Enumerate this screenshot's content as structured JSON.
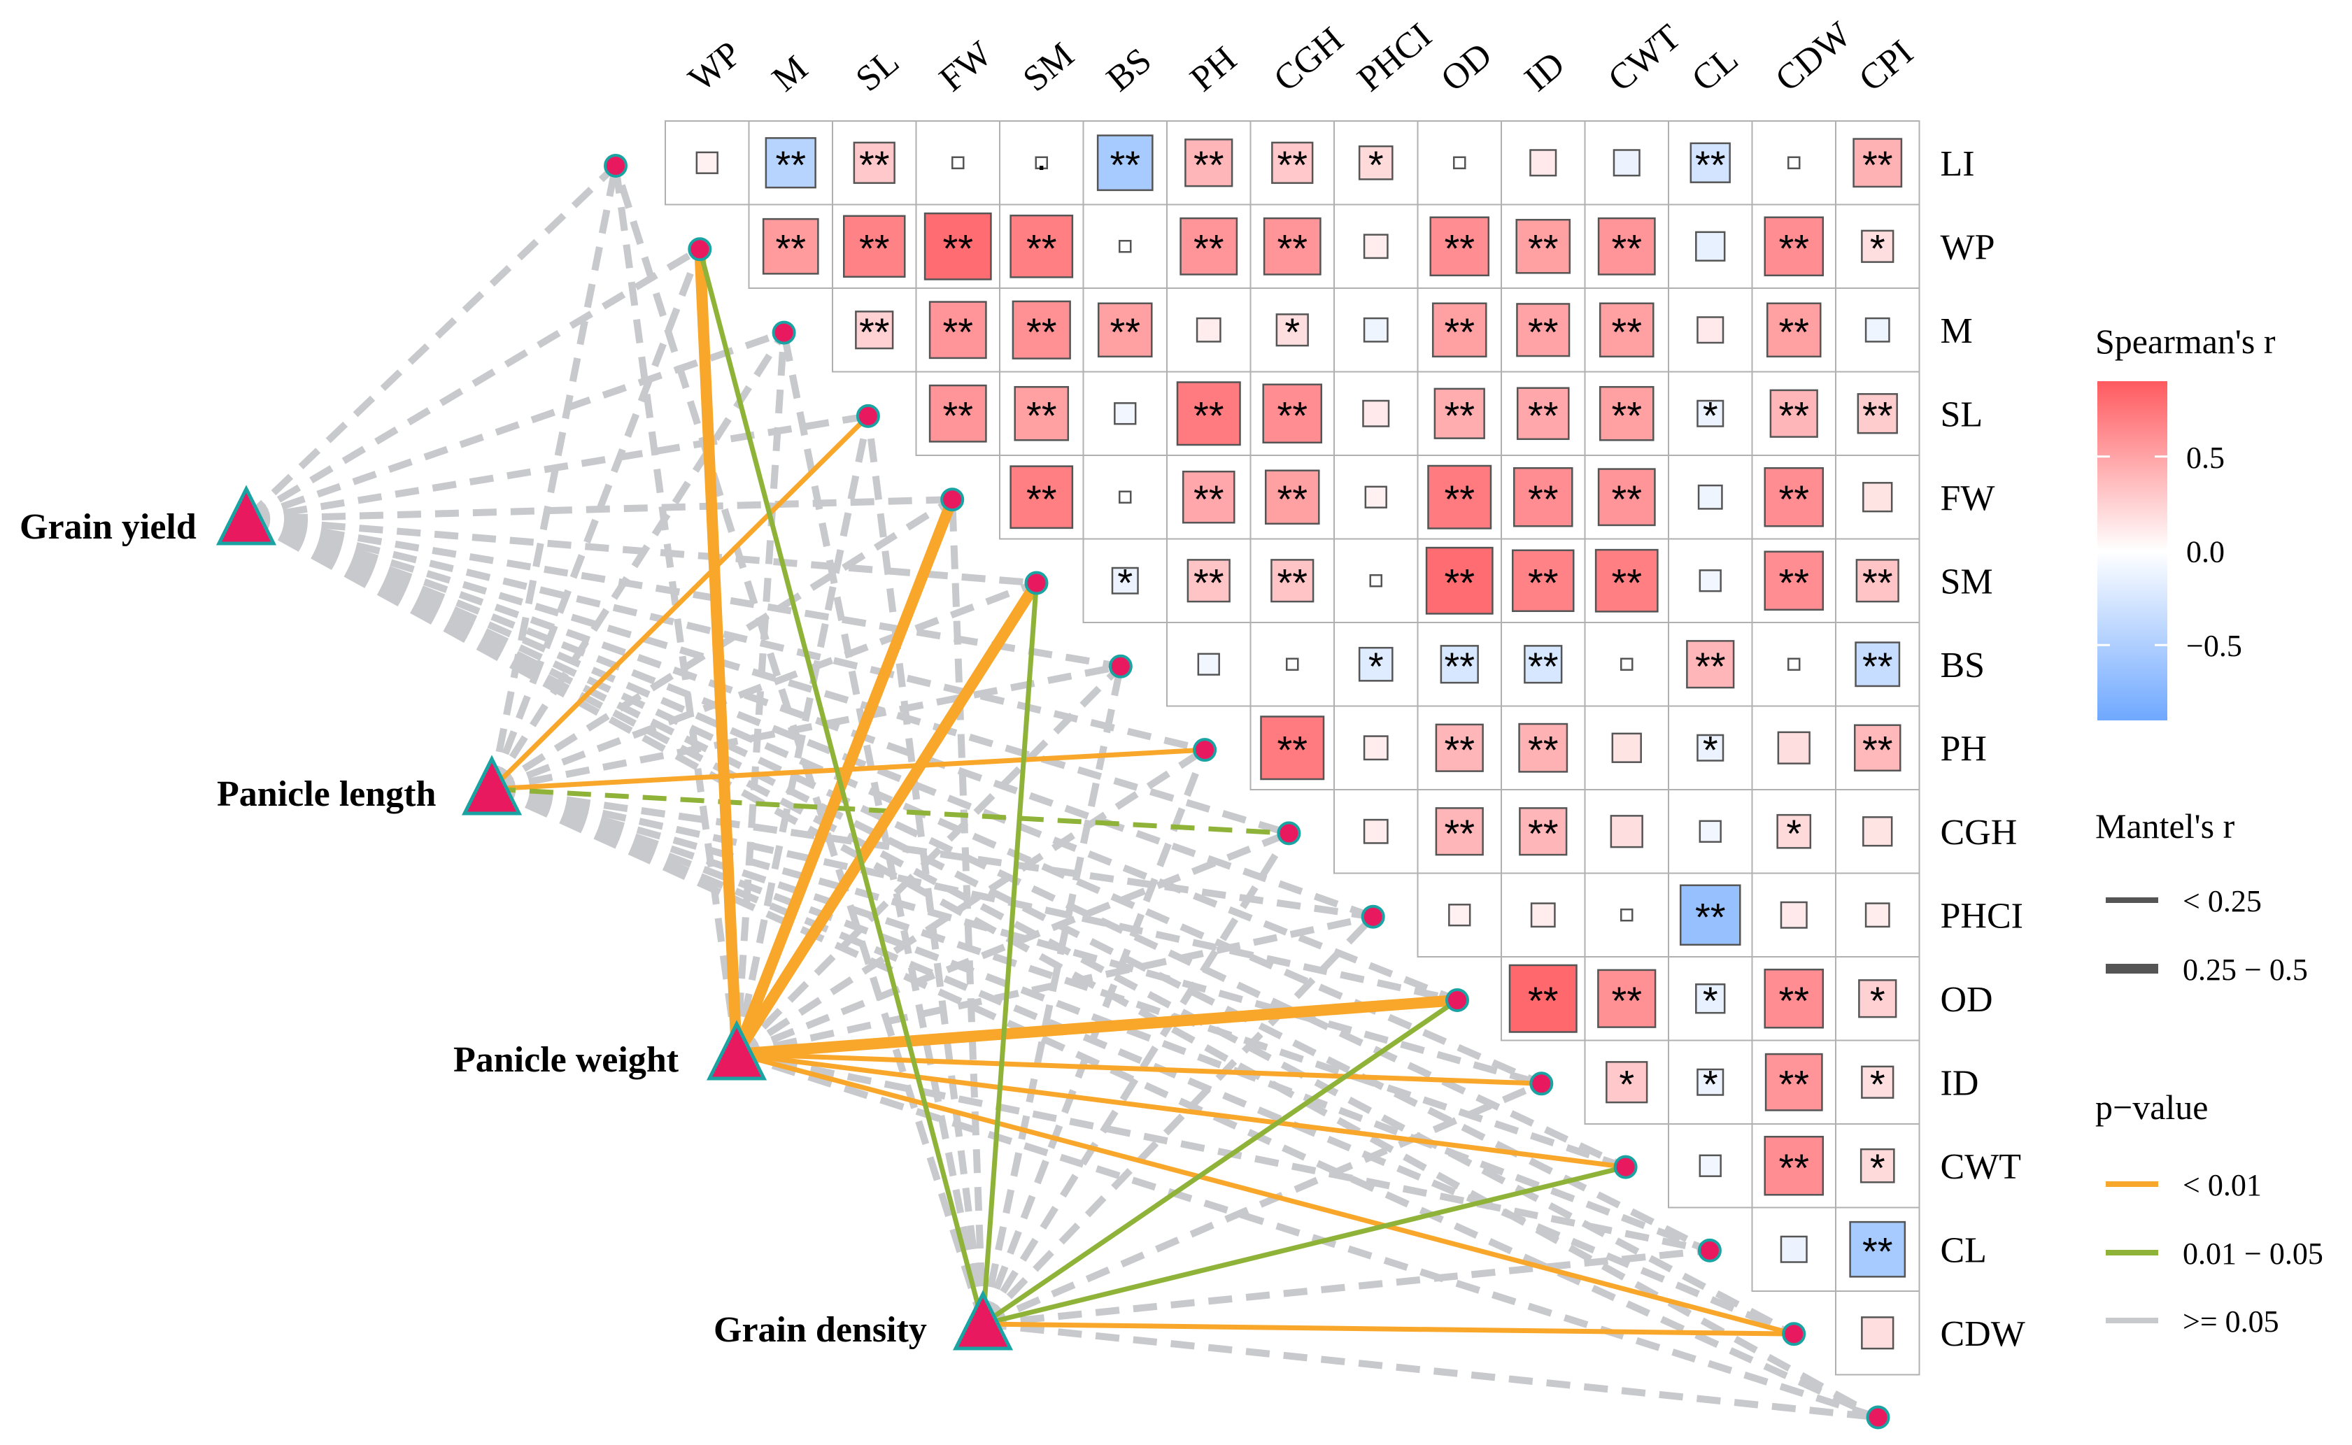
{
  "chart_data": {
    "type": "heatmap",
    "subtype": "correlation heatmap (upper triangle) with Mantel-test links",
    "variables": [
      "LI",
      "WP",
      "M",
      "SL",
      "FW",
      "SM",
      "BS",
      "PH",
      "CGH",
      "PHCI",
      "OD",
      "ID",
      "CWT",
      "CL",
      "CDW",
      "CPI"
    ],
    "col_labels": [
      "WP",
      "M",
      "SL",
      "FW",
      "SM",
      "BS",
      "PH",
      "CGH",
      "PHCI",
      "OD",
      "ID",
      "CWT",
      "CL",
      "CDW",
      "CPI"
    ],
    "row_labels": [
      "LI",
      "WP",
      "M",
      "SL",
      "FW",
      "SM",
      "BS",
      "PH",
      "CGH",
      "PHCI",
      "OD",
      "ID",
      "CWT",
      "CL",
      "CDW"
    ],
    "cells": [
      [
        0.08,
        -0.45,
        0.3,
        0.0,
        0.0,
        -0.55,
        0.4,
        0.3,
        0.2,
        0.0,
        0.12,
        -0.12,
        -0.28,
        0.0,
        0.42
      ],
      [
        0.55,
        0.68,
        0.8,
        0.7,
        0.0,
        0.58,
        0.58,
        0.1,
        0.62,
        0.52,
        0.58,
        -0.15,
        0.62,
        0.18
      ],
      [
        0.25,
        0.58,
        0.6,
        0.52,
        0.1,
        0.18,
        -0.1,
        0.52,
        0.5,
        0.52,
        0.12,
        0.52,
        -0.1
      ],
      [
        0.58,
        0.52,
        -0.08,
        0.72,
        0.62,
        0.12,
        0.45,
        0.48,
        0.52,
        -0.12,
        0.4,
        0.28
      ],
      [
        0.7,
        0.0,
        0.48,
        0.52,
        0.08,
        0.72,
        0.62,
        0.58,
        -0.1,
        0.62,
        0.15
      ],
      [
        -0.12,
        0.32,
        0.32,
        0.0,
        0.8,
        0.68,
        0.7,
        -0.08,
        0.62,
        0.32
      ],
      [
        -0.08,
        0.0,
        -0.2,
        -0.25,
        -0.25,
        0.0,
        0.4,
        0.0,
        -0.35
      ],
      [
        0.72,
        0.1,
        0.4,
        0.42,
        0.15,
        -0.12,
        0.18,
        0.38
      ],
      [
        0.1,
        0.4,
        0.4,
        0.18,
        -0.08,
        0.2,
        0.15
      ],
      [
        0.08,
        0.1,
        0.0,
        -0.65,
        0.12,
        0.1
      ],
      [
        0.82,
        0.6,
        -0.15,
        0.62,
        0.25
      ],
      [
        0.3,
        -0.12,
        0.58,
        0.18
      ],
      [
        -0.08,
        0.62,
        0.2
      ],
      [
        -0.12,
        -0.55
      ],
      [
        0.18
      ]
    ],
    "significance": [
      [
        "",
        "**",
        "**",
        "",
        "·",
        "**",
        "**",
        "**",
        "*",
        "",
        "",
        "",
        "**",
        "",
        "**"
      ],
      [
        "**",
        "**",
        "**",
        "**",
        "",
        "**",
        "**",
        "",
        "**",
        "**",
        "**",
        "",
        "**",
        "*"
      ],
      [
        "**",
        "**",
        "**",
        "**",
        "",
        "*",
        "",
        "**",
        "**",
        "**",
        "",
        "**",
        ""
      ],
      [
        "**",
        "**",
        "",
        "**",
        "**",
        "",
        "**",
        "**",
        "**",
        "*",
        "**",
        "**"
      ],
      [
        "**",
        "",
        "**",
        "**",
        "",
        "**",
        "**",
        "**",
        "",
        "**",
        ""
      ],
      [
        "*",
        "**",
        "**",
        "",
        "**",
        "**",
        "**",
        "",
        "**",
        "**"
      ],
      [
        "",
        "",
        "*",
        "**",
        "**",
        "",
        "**",
        "",
        "**"
      ],
      [
        "**",
        "",
        "**",
        "**",
        "",
        "*",
        "",
        "**"
      ],
      [
        "",
        "**",
        "**",
        "",
        "",
        "*",
        ""
      ],
      [
        "",
        "",
        "",
        "**",
        "",
        ""
      ],
      [
        "**",
        "**",
        "*",
        "**",
        "*"
      ],
      [
        "*",
        "*",
        "**",
        "*"
      ],
      [
        "",
        "**",
        "*"
      ],
      [
        "",
        "**"
      ],
      [
        ""
      ]
    ],
    "groups": [
      "Grain yield",
      "Panicle length",
      "Panicle weight",
      "Grain density"
    ],
    "mantel_links": [
      {
        "from": "Grain yield",
        "to": "LI",
        "r_class": "< 0.25",
        "p_class": ">= 0.05"
      },
      {
        "from": "Grain yield",
        "to": "WP",
        "r_class": "< 0.25",
        "p_class": ">= 0.05"
      },
      {
        "from": "Grain yield",
        "to": "M",
        "r_class": "< 0.25",
        "p_class": ">= 0.05"
      },
      {
        "from": "Grain yield",
        "to": "SL",
        "r_class": "< 0.25",
        "p_class": ">= 0.05"
      },
      {
        "from": "Grain yield",
        "to": "FW",
        "r_class": "< 0.25",
        "p_class": ">= 0.05"
      },
      {
        "from": "Grain yield",
        "to": "SM",
        "r_class": "< 0.25",
        "p_class": ">= 0.05"
      },
      {
        "from": "Grain yield",
        "to": "BS",
        "r_class": "< 0.25",
        "p_class": ">= 0.05"
      },
      {
        "from": "Grain yield",
        "to": "PH",
        "r_class": "< 0.25",
        "p_class": ">= 0.05"
      },
      {
        "from": "Grain yield",
        "to": "CGH",
        "r_class": "< 0.25",
        "p_class": ">= 0.05"
      },
      {
        "from": "Grain yield",
        "to": "PHCI",
        "r_class": "< 0.25",
        "p_class": ">= 0.05"
      },
      {
        "from": "Grain yield",
        "to": "OD",
        "r_class": "< 0.25",
        "p_class": ">= 0.05"
      },
      {
        "from": "Grain yield",
        "to": "ID",
        "r_class": "< 0.25",
        "p_class": ">= 0.05"
      },
      {
        "from": "Grain yield",
        "to": "CWT",
        "r_class": "< 0.25",
        "p_class": ">= 0.05"
      },
      {
        "from": "Grain yield",
        "to": "CL",
        "r_class": "< 0.25",
        "p_class": ">= 0.05"
      },
      {
        "from": "Grain yield",
        "to": "CDW",
        "r_class": "< 0.25",
        "p_class": ">= 0.05"
      },
      {
        "from": "Grain yield",
        "to": "CPI",
        "r_class": "< 0.25",
        "p_class": ">= 0.05"
      },
      {
        "from": "Panicle length",
        "to": "LI",
        "r_class": "< 0.25",
        "p_class": ">= 0.05"
      },
      {
        "from": "Panicle length",
        "to": "WP",
        "r_class": "< 0.25",
        "p_class": ">= 0.05"
      },
      {
        "from": "Panicle length",
        "to": "M",
        "r_class": "< 0.25",
        "p_class": ">= 0.05"
      },
      {
        "from": "Panicle length",
        "to": "SL",
        "r_class": "< 0.25",
        "p_class": "< 0.01"
      },
      {
        "from": "Panicle length",
        "to": "FW",
        "r_class": "< 0.25",
        "p_class": ">= 0.05"
      },
      {
        "from": "Panicle length",
        "to": "SM",
        "r_class": "< 0.25",
        "p_class": ">= 0.05"
      },
      {
        "from": "Panicle length",
        "to": "BS",
        "r_class": "< 0.25",
        "p_class": ">= 0.05"
      },
      {
        "from": "Panicle length",
        "to": "PH",
        "r_class": "< 0.25",
        "p_class": "< 0.01"
      },
      {
        "from": "Panicle length",
        "to": "CGH",
        "r_class": "< 0.25",
        "p_class": "0.01 - 0.05"
      },
      {
        "from": "Panicle length",
        "to": "PHCI",
        "r_class": "< 0.25",
        "p_class": ">= 0.05"
      },
      {
        "from": "Panicle length",
        "to": "OD",
        "r_class": "< 0.25",
        "p_class": ">= 0.05"
      },
      {
        "from": "Panicle length",
        "to": "ID",
        "r_class": "< 0.25",
        "p_class": ">= 0.05"
      },
      {
        "from": "Panicle length",
        "to": "CWT",
        "r_class": "< 0.25",
        "p_class": ">= 0.05"
      },
      {
        "from": "Panicle length",
        "to": "CL",
        "r_class": "< 0.25",
        "p_class": ">= 0.05"
      },
      {
        "from": "Panicle length",
        "to": "CDW",
        "r_class": "< 0.25",
        "p_class": ">= 0.05"
      },
      {
        "from": "Panicle length",
        "to": "CPI",
        "r_class": "< 0.25",
        "p_class": ">= 0.05"
      },
      {
        "from": "Panicle weight",
        "to": "LI",
        "r_class": "< 0.25",
        "p_class": ">= 0.05"
      },
      {
        "from": "Panicle weight",
        "to": "WP",
        "r_class": "0.25 - 0.5",
        "p_class": "< 0.01"
      },
      {
        "from": "Panicle weight",
        "to": "M",
        "r_class": "< 0.25",
        "p_class": ">= 0.05"
      },
      {
        "from": "Panicle weight",
        "to": "SL",
        "r_class": "< 0.25",
        "p_class": ">= 0.05"
      },
      {
        "from": "Panicle weight",
        "to": "FW",
        "r_class": "0.25 - 0.5",
        "p_class": "< 0.01"
      },
      {
        "from": "Panicle weight",
        "to": "SM",
        "r_class": "0.25 - 0.5",
        "p_class": "< 0.01"
      },
      {
        "from": "Panicle weight",
        "to": "BS",
        "r_class": "< 0.25",
        "p_class": ">= 0.05"
      },
      {
        "from": "Panicle weight",
        "to": "PH",
        "r_class": "< 0.25",
        "p_class": ">= 0.05"
      },
      {
        "from": "Panicle weight",
        "to": "CGH",
        "r_class": "< 0.25",
        "p_class": ">= 0.05"
      },
      {
        "from": "Panicle weight",
        "to": "PHCI",
        "r_class": "< 0.25",
        "p_class": ">= 0.05"
      },
      {
        "from": "Panicle weight",
        "to": "OD",
        "r_class": "0.25 - 0.5",
        "p_class": "< 0.01"
      },
      {
        "from": "Panicle weight",
        "to": "ID",
        "r_class": "< 0.25",
        "p_class": "< 0.01"
      },
      {
        "from": "Panicle weight",
        "to": "CWT",
        "r_class": "< 0.25",
        "p_class": "< 0.01"
      },
      {
        "from": "Panicle weight",
        "to": "CL",
        "r_class": "< 0.25",
        "p_class": ">= 0.05"
      },
      {
        "from": "Panicle weight",
        "to": "CDW",
        "r_class": "< 0.25",
        "p_class": "< 0.01"
      },
      {
        "from": "Panicle weight",
        "to": "CPI",
        "r_class": "< 0.25",
        "p_class": ">= 0.05"
      },
      {
        "from": "Grain density",
        "to": "LI",
        "r_class": "< 0.25",
        "p_class": ">= 0.05"
      },
      {
        "from": "Grain density",
        "to": "WP",
        "r_class": "< 0.25",
        "p_class": "0.01 - 0.05"
      },
      {
        "from": "Grain density",
        "to": "M",
        "r_class": "< 0.25",
        "p_class": ">= 0.05"
      },
      {
        "from": "Grain density",
        "to": "SL",
        "r_class": "< 0.25",
        "p_class": ">= 0.05"
      },
      {
        "from": "Grain density",
        "to": "FW",
        "r_class": "< 0.25",
        "p_class": ">= 0.05"
      },
      {
        "from": "Grain density",
        "to": "SM",
        "r_class": "< 0.25",
        "p_class": "0.01 - 0.05"
      },
      {
        "from": "Grain density",
        "to": "BS",
        "r_class": "< 0.25",
        "p_class": ">= 0.05"
      },
      {
        "from": "Grain density",
        "to": "PH",
        "r_class": "< 0.25",
        "p_class": ">= 0.05"
      },
      {
        "from": "Grain density",
        "to": "CGH",
        "r_class": "< 0.25",
        "p_class": ">= 0.05"
      },
      {
        "from": "Grain density",
        "to": "PHCI",
        "r_class": "< 0.25",
        "p_class": ">= 0.05"
      },
      {
        "from": "Grain density",
        "to": "OD",
        "r_class": "< 0.25",
        "p_class": "0.01 - 0.05"
      },
      {
        "from": "Grain density",
        "to": "ID",
        "r_class": "< 0.25",
        "p_class": ">= 0.05"
      },
      {
        "from": "Grain density",
        "to": "CWT",
        "r_class": "< 0.25",
        "p_class": "0.01 - 0.05"
      },
      {
        "from": "Grain density",
        "to": "CL",
        "r_class": "< 0.25",
        "p_class": ">= 0.05"
      },
      {
        "from": "Grain density",
        "to": "CDW",
        "r_class": "< 0.25",
        "p_class": "< 0.01"
      },
      {
        "from": "Grain density",
        "to": "CPI",
        "r_class": "< 0.25",
        "p_class": ">= 0.05"
      }
    ],
    "legend": {
      "placement": "right",
      "color_title": "Spearman's r",
      "color_ticks": [
        "0.5",
        "0.0",
        "−0.5"
      ],
      "color_tick_values": [
        0.5,
        0.0,
        -0.5
      ],
      "color_range": [
        -0.9,
        0.9
      ],
      "mantel_title": "Mantel's r",
      "mantel_items": [
        "< 0.25",
        "0.25 − 0.5"
      ],
      "p_title": "p−value",
      "p_items": [
        "< 0.01",
        "0.01 − 0.05",
        ">= 0.05"
      ]
    },
    "colors": {
      "positive": "#ff5a5f",
      "negative": "#6fa8ff",
      "neutral": "#ffffff",
      "p_lt_001": "#f9a72b",
      "p_001_005": "#8fb339",
      "p_ge_005": "#c8c9cc",
      "node_fill": "#e8195e",
      "node_stroke": "#1aa3a3",
      "grid": "#b0b0b0"
    }
  }
}
